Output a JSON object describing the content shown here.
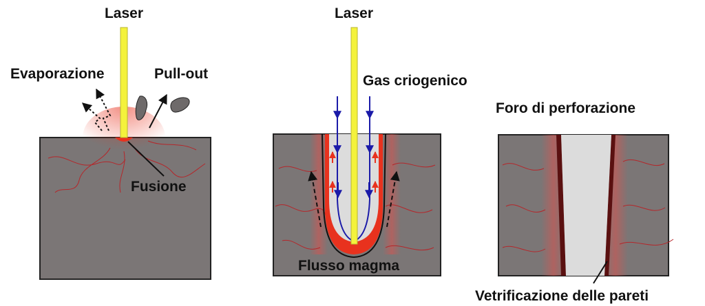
{
  "panels": [
    {
      "laser_label": "Laser",
      "evaporation_label": "Evaporazione",
      "pullout_label": "Pull-out",
      "fusion_label": "Fusione"
    },
    {
      "laser_label": "Laser",
      "gas_label": "Gas criogenico",
      "magma_label": "Flusso magma"
    },
    {
      "title": "Foro di perforazione",
      "wall_label": "Vetrificazione delle pareti"
    }
  ],
  "colors": {
    "rock": "#7b7676",
    "laser": "#f4f23c",
    "melt": "#e8321e",
    "gas_arrow": "#1a1aa8",
    "borehole": "#dcdcdc",
    "crack": "#b5262a",
    "vitrified": "#5a1010"
  }
}
